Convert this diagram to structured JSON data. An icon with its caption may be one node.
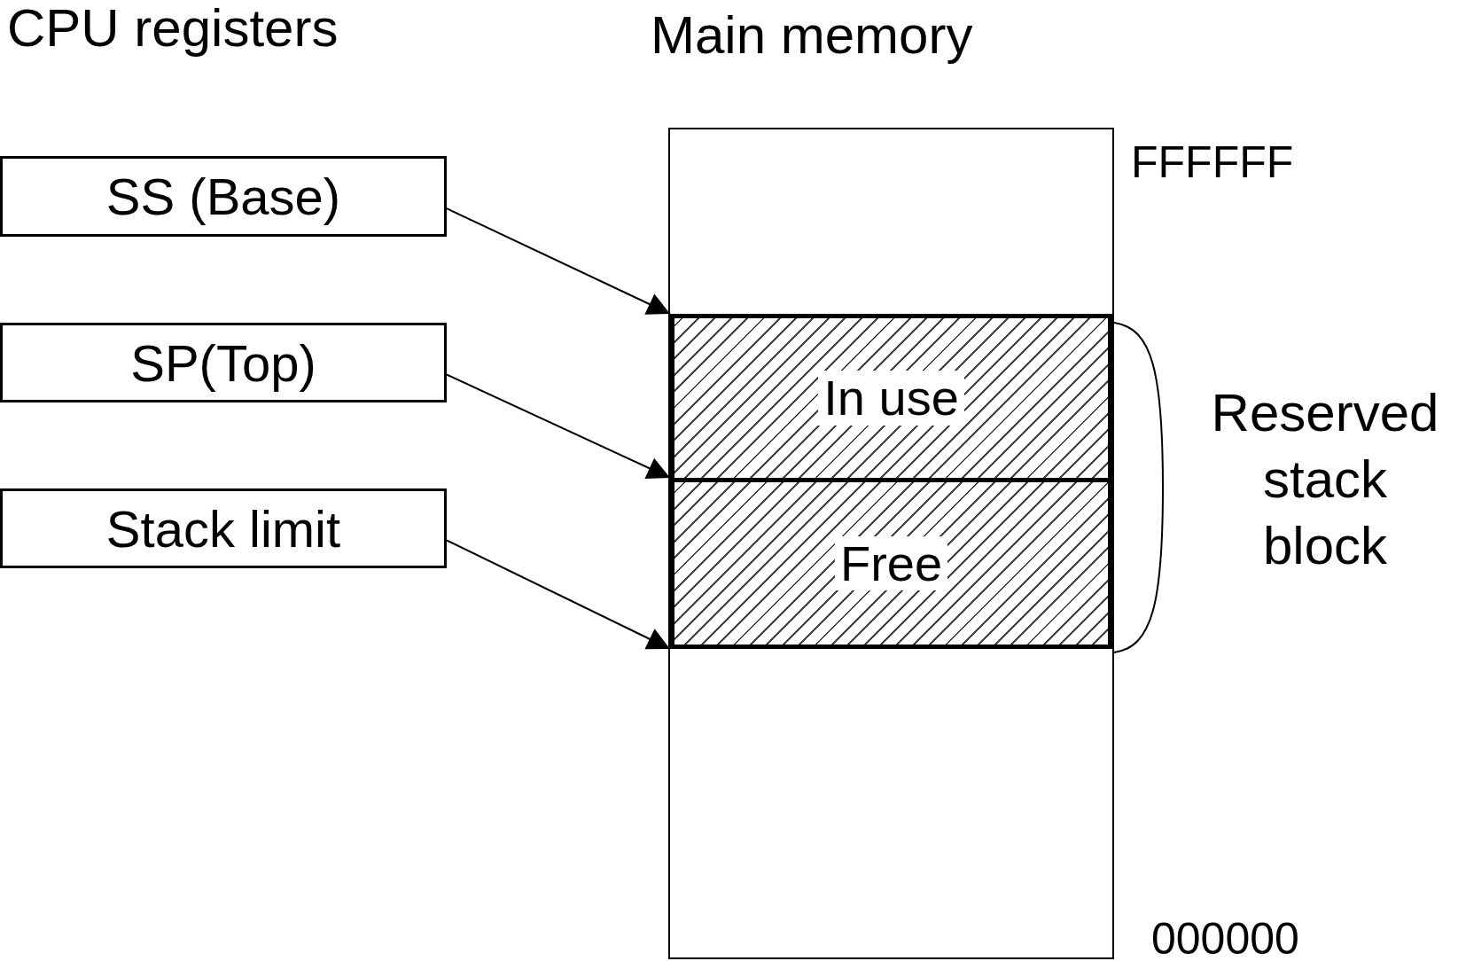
{
  "diagram": {
    "nodes": [
      {
        "text": [
          "SS (Base)"
        ]
      },
      {
        "text": [
          "SP(Top)"
        ]
      },
      {
        "text": [
          "Stack limit"
        ]
      },
      {
        "text": [
          "Main memory"
        ],
        "beside": [
          "FFFFFF",
          "000000"
        ]
      },
      {
        "text": [
          "In use"
        ],
        "in": 3
      },
      {
        "text": [
          "Free"
        ],
        "in": 3
      }
    ],
    "edges": [
      {
        "from": 0,
        "to": 4,
        "arrow": "to"
      },
      {
        "from": 1,
        "to": 5,
        "arrow": "to"
      },
      {
        "from": 2,
        "to": 5,
        "arrow": "to"
      }
    ],
    "labels": [
      "CPU registers",
      "Reserved stack block"
    ]
  }
}
